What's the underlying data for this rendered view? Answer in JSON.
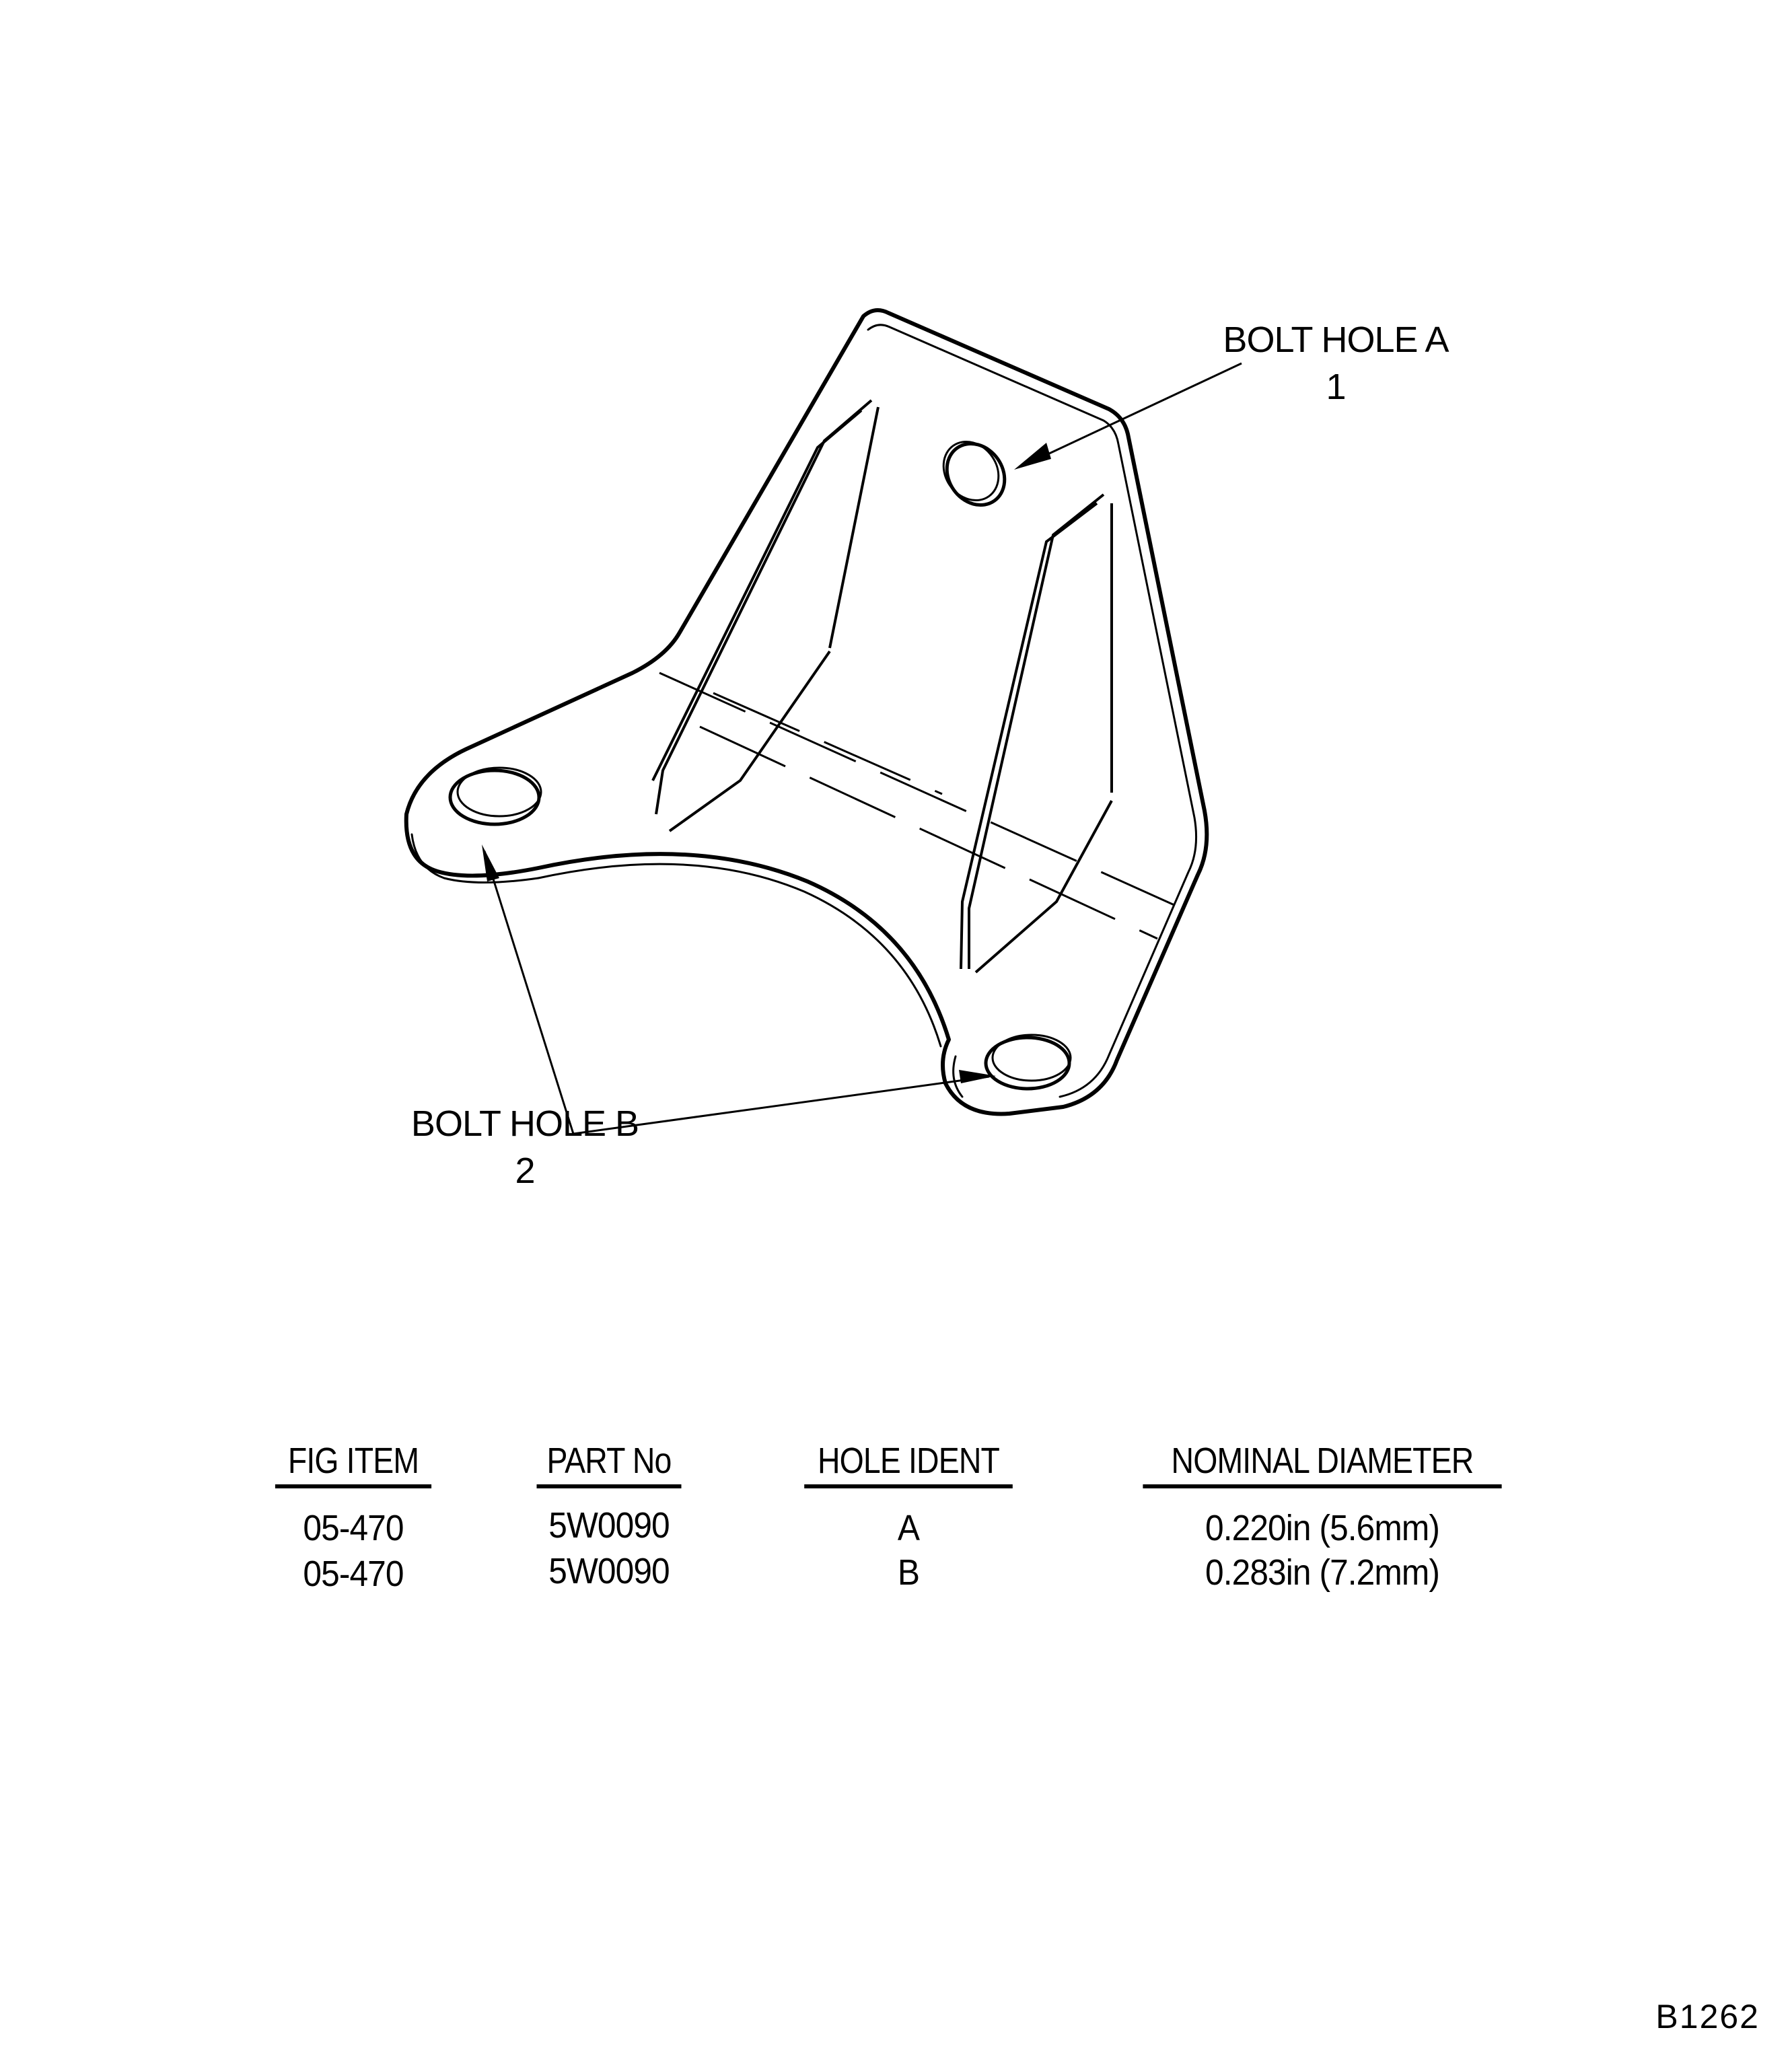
{
  "callouts": {
    "bolt_hole_a": {
      "label": "BOLT HOLE A",
      "number": "1"
    },
    "bolt_hole_b": {
      "label": "BOLT HOLE B",
      "number": "2"
    }
  },
  "table": {
    "headers": [
      "FIG ITEM",
      "PART No",
      "HOLE IDENT",
      "NOMINAL DIAMETER"
    ],
    "rows": [
      [
        "05-470",
        "5W0090",
        "A",
        "0.220in (5.6mm)"
      ],
      [
        "05-470",
        "5W0090",
        "B",
        "0.283in (7.2mm)"
      ]
    ]
  },
  "figure_id": "B1262"
}
